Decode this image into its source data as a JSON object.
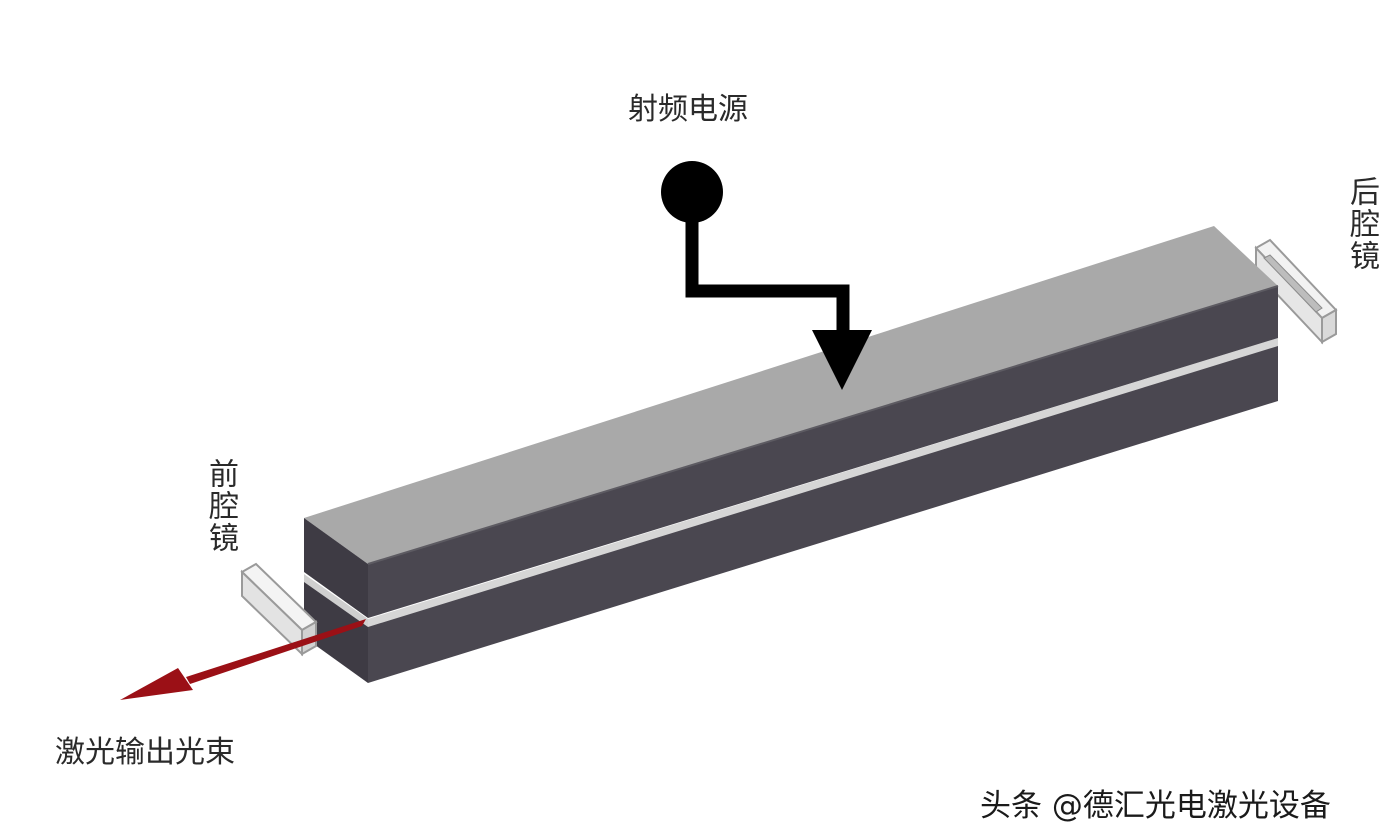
{
  "labels": {
    "rf_power": "射频电源",
    "rear_mirror": "后腔镜",
    "front_mirror": "前腔镜",
    "laser_output": "激光输出光束"
  },
  "watermark": "头条 @德汇光电激光设备",
  "colors": {
    "background": "#ffffff",
    "electrode_top_face": "#a9a9a9",
    "electrode_front_face": "#4a4750",
    "electrode_end_face": "#3e3b44",
    "discharge_gap": "#d6d6d6",
    "mirror": "#efefef",
    "rf_symbol": "#000000",
    "laser_beam": "#9b1016"
  }
}
